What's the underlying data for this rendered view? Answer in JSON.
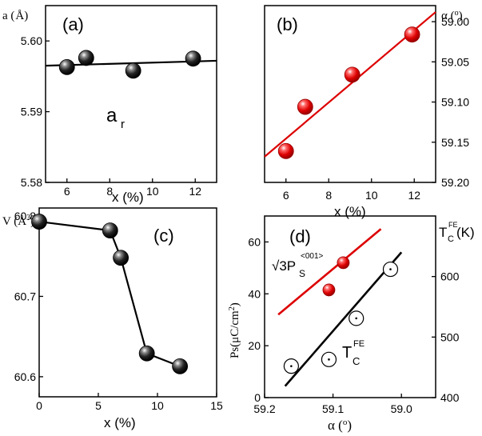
{
  "chart_data": [
    {
      "panel": "(a)",
      "type": "scatter",
      "xlabel": "x (%)",
      "ylabel": "a (Å)",
      "xlim": [
        5,
        13
      ],
      "ylim": [
        5.58,
        5.605
      ],
      "xticks": [
        6,
        8,
        10,
        12
      ],
      "yticks": [
        5.58,
        5.59,
        5.6
      ],
      "ytick_labels": [
        "5.58",
        "5.59",
        "5.60"
      ],
      "points": [
        {
          "x": 6.0,
          "y": 5.5963
        },
        {
          "x": 6.9,
          "y": 5.5976
        },
        {
          "x": 9.1,
          "y": 5.5958
        },
        {
          "x": 11.9,
          "y": 5.5975
        }
      ],
      "fit": {
        "x": [
          5,
          13
        ],
        "y": [
          5.5965,
          5.5972
        ]
      },
      "annotation": "a",
      "annotation_sub": "r",
      "marker_color": "#000000"
    },
    {
      "panel": "(b)",
      "type": "scatter",
      "xlabel": "x (%)",
      "ylabel": "α (°)",
      "xlim": [
        5,
        13
      ],
      "ylim": [
        59.2,
        58.98
      ],
      "xticks": [
        6,
        8,
        10,
        12
      ],
      "yticks": [
        59.0,
        59.05,
        59.1,
        59.15,
        59.2
      ],
      "ytick_labels": [
        "59.00",
        "59.05",
        "59.10",
        "59.15",
        "59.20"
      ],
      "points": [
        {
          "x": 6.0,
          "y": 59.161
        },
        {
          "x": 6.9,
          "y": 59.106
        },
        {
          "x": 9.1,
          "y": 59.066
        },
        {
          "x": 11.9,
          "y": 59.016
        }
      ],
      "fit": {
        "x": [
          5,
          13
        ],
        "y": [
          59.168,
          58.988
        ]
      },
      "marker_color": "#dd0000"
    },
    {
      "panel": "(c)",
      "type": "line",
      "xlabel": "x (%)",
      "ylabel": "V (Å³)",
      "xlim": [
        0,
        15
      ],
      "ylim": [
        60.575,
        60.81
      ],
      "xticks": [
        0,
        5,
        10,
        15
      ],
      "yticks": [
        60.6,
        60.7,
        60.8
      ],
      "ytick_labels": [
        "60.6",
        "60.7",
        "60.8"
      ],
      "points": [
        {
          "x": 0.0,
          "y": 60.793
        },
        {
          "x": 6.0,
          "y": 60.782
        },
        {
          "x": 6.9,
          "y": 60.748
        },
        {
          "x": 9.1,
          "y": 60.629
        },
        {
          "x": 11.9,
          "y": 60.613
        }
      ],
      "marker_color": "#000000"
    },
    {
      "panel": "(d)",
      "type": "scatter",
      "xlabel": "α (°)",
      "ylabel_left": "Ps(μC/cm²)",
      "ylabel_right": "T_C^FE(K)",
      "xlim": [
        59.2,
        58.95
      ],
      "ylim_left": [
        0,
        70
      ],
      "ylim_right": [
        400,
        700
      ],
      "xticks": [
        59.2,
        59.1,
        59.0
      ],
      "xtick_labels": [
        "59.2",
        "59.1",
        "59.0"
      ],
      "yticks_left": [
        0,
        20,
        40,
        60
      ],
      "yticks_right": [
        400,
        500,
        600
      ],
      "series": [
        {
          "name": "√3P_S^<001>",
          "axis": "left",
          "color": "#dd0000",
          "marker": "filled",
          "points": [
            {
              "x": 59.106,
              "y": 41.5
            },
            {
              "x": 59.085,
              "y": 52.0
            }
          ],
          "fit": {
            "x": [
              59.18,
              59.03
            ],
            "y": [
              32,
              65
            ]
          }
        },
        {
          "name": "T_C^FE",
          "axis": "right",
          "color": "#000000",
          "marker": "open",
          "points": [
            {
              "x": 59.161,
              "y": 452
            },
            {
              "x": 59.106,
              "y": 463
            },
            {
              "x": 59.066,
              "y": 531
            },
            {
              "x": 59.016,
              "y": 612
            }
          ],
          "fit": {
            "x": [
              59.17,
              59.0
            ],
            "y": [
              419,
              640
            ]
          }
        }
      ],
      "labels": {
        "red": {
          "sqrt": "√3P",
          "sub": "S",
          "sup": "<001>"
        },
        "black": {
          "main": "T",
          "sub": "C",
          "sup": "FE"
        }
      }
    }
  ]
}
